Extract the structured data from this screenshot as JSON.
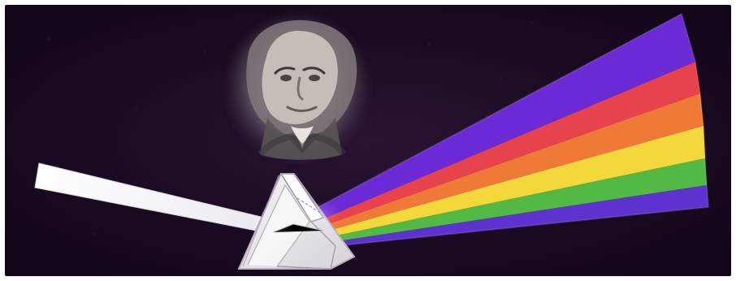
{
  "image": {
    "background_color": "#1a0a1f",
    "frame_color": "#ffffff",
    "spectrum_colors": [
      "#6a2bd6",
      "#e7434d",
      "#ef7a38",
      "#f3d83c",
      "#53b945",
      "#5d32cf"
    ],
    "beam_color": "#f2f0f2",
    "prism_color": "#ece8ee",
    "icons": [
      "portrait-illustration",
      "prism-illustration",
      "light-beam",
      "rainbow-spectrum"
    ]
  }
}
